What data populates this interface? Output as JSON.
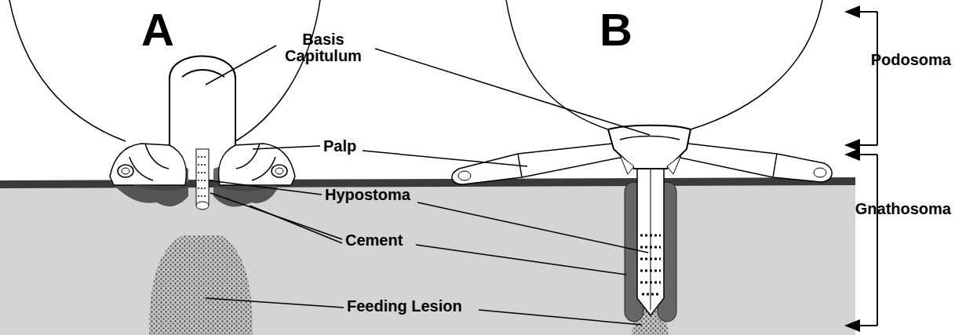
{
  "diagram": {
    "labels": [
      "A",
      "B",
      "Basis Capitulum",
      "Palp",
      "Hypostoma",
      "Cement",
      "Feeding Lesion",
      "Podosoma",
      "Gnathosoma"
    ]
  }
}
